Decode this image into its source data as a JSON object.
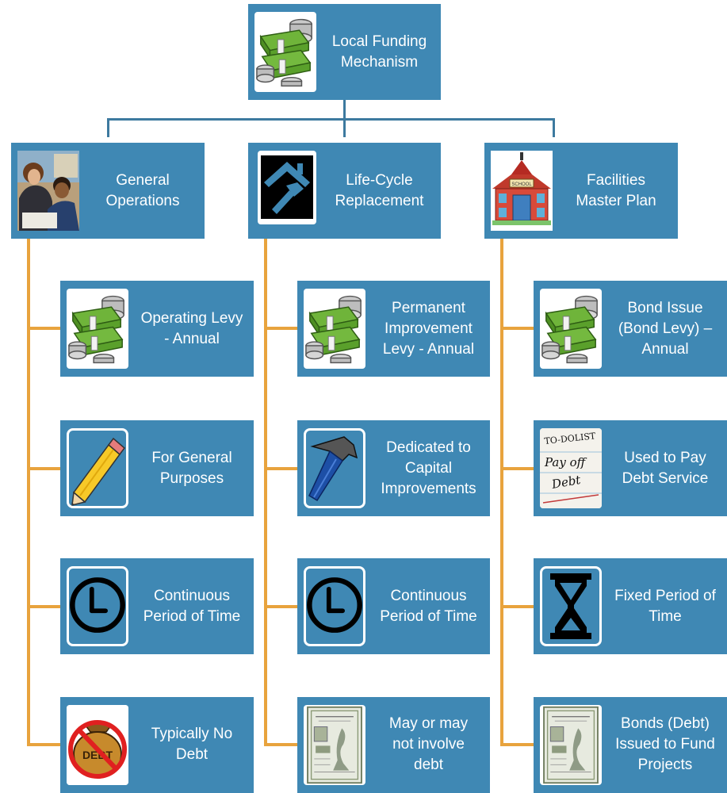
{
  "colors": {
    "box_fill": "#3f88b4",
    "top_connector": "#3d7a9f",
    "tree_line": "#e8a33d",
    "text": "#ffffff"
  },
  "root": {
    "label": "Local Funding\nMechanism",
    "icon": "money-stack-icon"
  },
  "branches": [
    {
      "label": "General\nOperations",
      "icon": "teacher-student-photo",
      "items": [
        {
          "label": "Operating Levy\n- Annual",
          "icon": "money-stack-icon"
        },
        {
          "label": "For General\nPurposes",
          "icon": "pencil-icon"
        },
        {
          "label": "Continuous\nPeriod of Time",
          "icon": "clock-icon"
        },
        {
          "label": "Typically No\nDebt",
          "icon": "no-debt-icon",
          "icon_text": "DEBT"
        }
      ]
    },
    {
      "label": "Life-Cycle\nReplacement",
      "icon": "house-hammer-icon",
      "items": [
        {
          "label": "Permanent\nImprovement\nLevy -  Annual",
          "icon": "money-stack-icon"
        },
        {
          "label": "Dedicated to\nCapital\nImprovements",
          "icon": "hammer-icon"
        },
        {
          "label": "Continuous\nPeriod of Time",
          "icon": "clock-icon"
        },
        {
          "label": "May or may\nnot involve\ndebt",
          "icon": "bond-certificate-icon"
        }
      ]
    },
    {
      "label": "Facilities\nMaster Plan",
      "icon": "school-building-icon",
      "icon_text": "SCHOOL",
      "items": [
        {
          "label": "Bond Issue\n(Bond Levy) –\nAnnual",
          "icon": "money-stack-icon"
        },
        {
          "label": "Used to Pay\nDebt Service",
          "icon": "todo-list-note-icon",
          "icon_lines": [
            "TO-DOLIST",
            "Pay off",
            "Debt"
          ]
        },
        {
          "label": "Fixed Period of\nTime",
          "icon": "hourglass-icon"
        },
        {
          "label": "Bonds (Debt)\nIssued to Fund\nProjects",
          "icon": "bond-certificate-icon"
        }
      ]
    }
  ]
}
